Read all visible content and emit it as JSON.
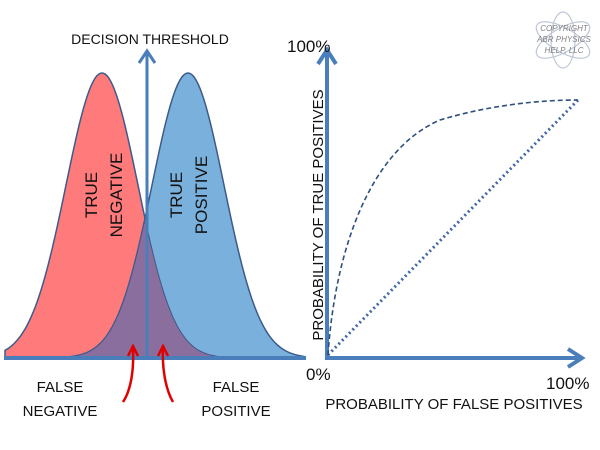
{
  "watermark": {
    "lines": [
      "COPYRIGHT",
      "ABR PHYSICS",
      "HELP, LLC"
    ]
  },
  "left_diagram": {
    "threshold_label": "DECISION THRESHOLD",
    "negative_label": [
      "TRUE",
      "NEGATIVE"
    ],
    "positive_label": [
      "TRUE",
      "POSITIVE"
    ],
    "false_negative_label": [
      "FALSE",
      "NEGATIVE"
    ],
    "false_positive_label": [
      "FALSE",
      "POSITIVE"
    ],
    "colors": {
      "negative": "#ff7b7b",
      "positive": "#7ab0dc",
      "overlap": "#8a6e9e",
      "axis": "#4a7ebb",
      "arrow": "#e00000"
    }
  },
  "roc_diagram": {
    "y_max_label": "100%",
    "origin_label": "0%",
    "x_max_label": "100%",
    "x_axis_label": "PROBABILITY OF FALSE POSITIVES",
    "y_axis_label": "PROBABILITY OF TRUE POSITIVES",
    "colors": {
      "axis": "#4a7ebb",
      "curve": "#2f4f7f"
    }
  }
}
